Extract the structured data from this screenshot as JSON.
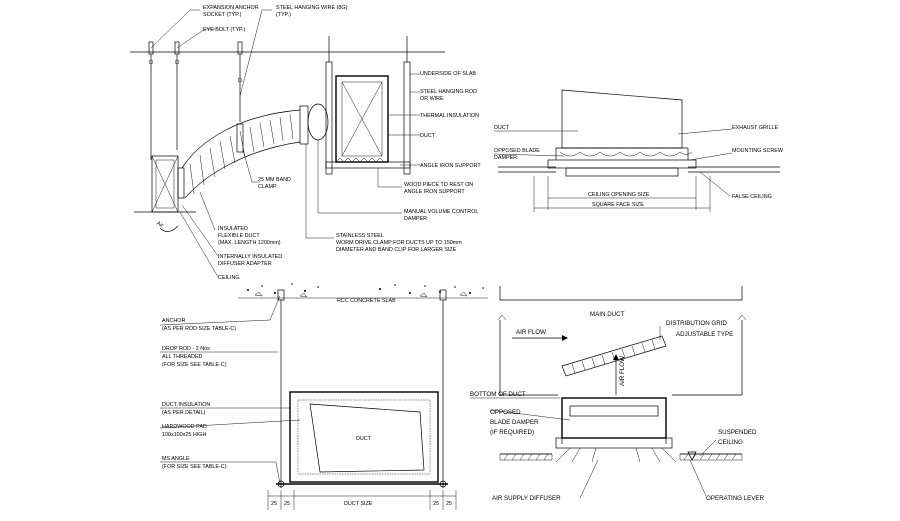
{
  "labels": {
    "expansion_anchor": "EXPANSION ANCHOR",
    "socket": "SOCKET (TYP.)",
    "eye_bolt": "EYE BOLT (TYP.)",
    "steel_hanging_wire": "STEEL HANGING WIRE (8G)",
    "typ": "(TYP.)",
    "band_clamp_1": "25 MM BAND",
    "band_clamp_2": "CLAMP",
    "insulated_1": "INSULATED",
    "insulated_2": "FLEXIBLE DUCT",
    "insulated_3": "(MAX. LENGTH 1200mm)",
    "int_insulated_1": "INTERNALLY INSULATED",
    "int_insulated_2": "DIFFUSER ADAPTER",
    "ceiling_1": "CEILING",
    "underside_slab": "UNDERSIDE OF SLAB",
    "steel_rod_1": "STEEL HANGING ROD",
    "steel_rod_2": "OR WIRE",
    "thermal_ins": "THERMAL INSULATION",
    "duct_1": "DUCT",
    "angle_iron_1": "ANGLE IRON SUPPORT",
    "wood_piece_1": "WOOD PIECE TO REST ON",
    "wood_piece_2": "ANGLE IRON SUPPORT",
    "mvcd_1": "MANUAL VOLUME CONTROL",
    "mvcd_2": "DAMPER",
    "stainless_1": "STAINLESS STEEL",
    "stainless_2": "WORM DRIVE CLAMP FOR DUCTS UP TO 150mm",
    "stainless_3": "DIAMETER AND BAND CLIP FOR LARGER SIZE",
    "duct_tr": "DUCT",
    "opposed_tr_1": "OPPOSED BLADE",
    "opposed_tr_2": "DAMPER",
    "exhaust_grille": "EXHAUST GRILLE",
    "mounting_screw": "MOUNTING SCREW",
    "ceiling_opening": "CEILING OPENING SIZE",
    "square_face": "SQUARE FACE SIZE",
    "false_ceiling": "FALSE CEILING",
    "concrete_slab": "RCC CONCRETE SLAB",
    "anchor_1": "ANCHOR",
    "anchor_2": "(AS PER ROD SIZE TABLE-C)",
    "drop_rod_1": "DROP ROD - 2 Nos",
    "drop_rod_2": "ALL THREADED",
    "drop_rod_3": "(FOR SIZE SEE TABLE-C)",
    "duct_ins_1": "DUCT INSULATION",
    "duct_ins_2": "(AS PER DETAIL)",
    "hardwood_1": "HARDWOOD PAD",
    "hardwood_2": "100x100x25 HIGH",
    "ms_angle_1": "MS ANGLE",
    "ms_angle_2": "(FOR SIZE SEE TABLE-C)",
    "duct_bl": "DUCT",
    "dim_25a": "25",
    "dim_25b": "25",
    "dim_25c": "25",
    "dim_25d": "25",
    "duct_size": "DUCT SIZE",
    "main_duct": "MAIN DUCT",
    "air_flow_1": "AIR FLOW",
    "air_flow_2": "AIR FLOW",
    "dist_grid_1": "DISTRIBUTION GRID",
    "dist_grid_2": "ADJUSTABLE TYPE",
    "bottom_duct": "BOTTOM OF DUCT",
    "opposed_br_1": "OPPOSED",
    "opposed_br_2": "BLADE DAMPER",
    "opposed_br_3": "(IF REQUIRED)",
    "suspended_1": "SUSPENDED",
    "suspended_2": "CEILING",
    "air_supply": "AIR SUPPLY DIFFUSER",
    "operating_lever": "OPERATING LEVER"
  }
}
